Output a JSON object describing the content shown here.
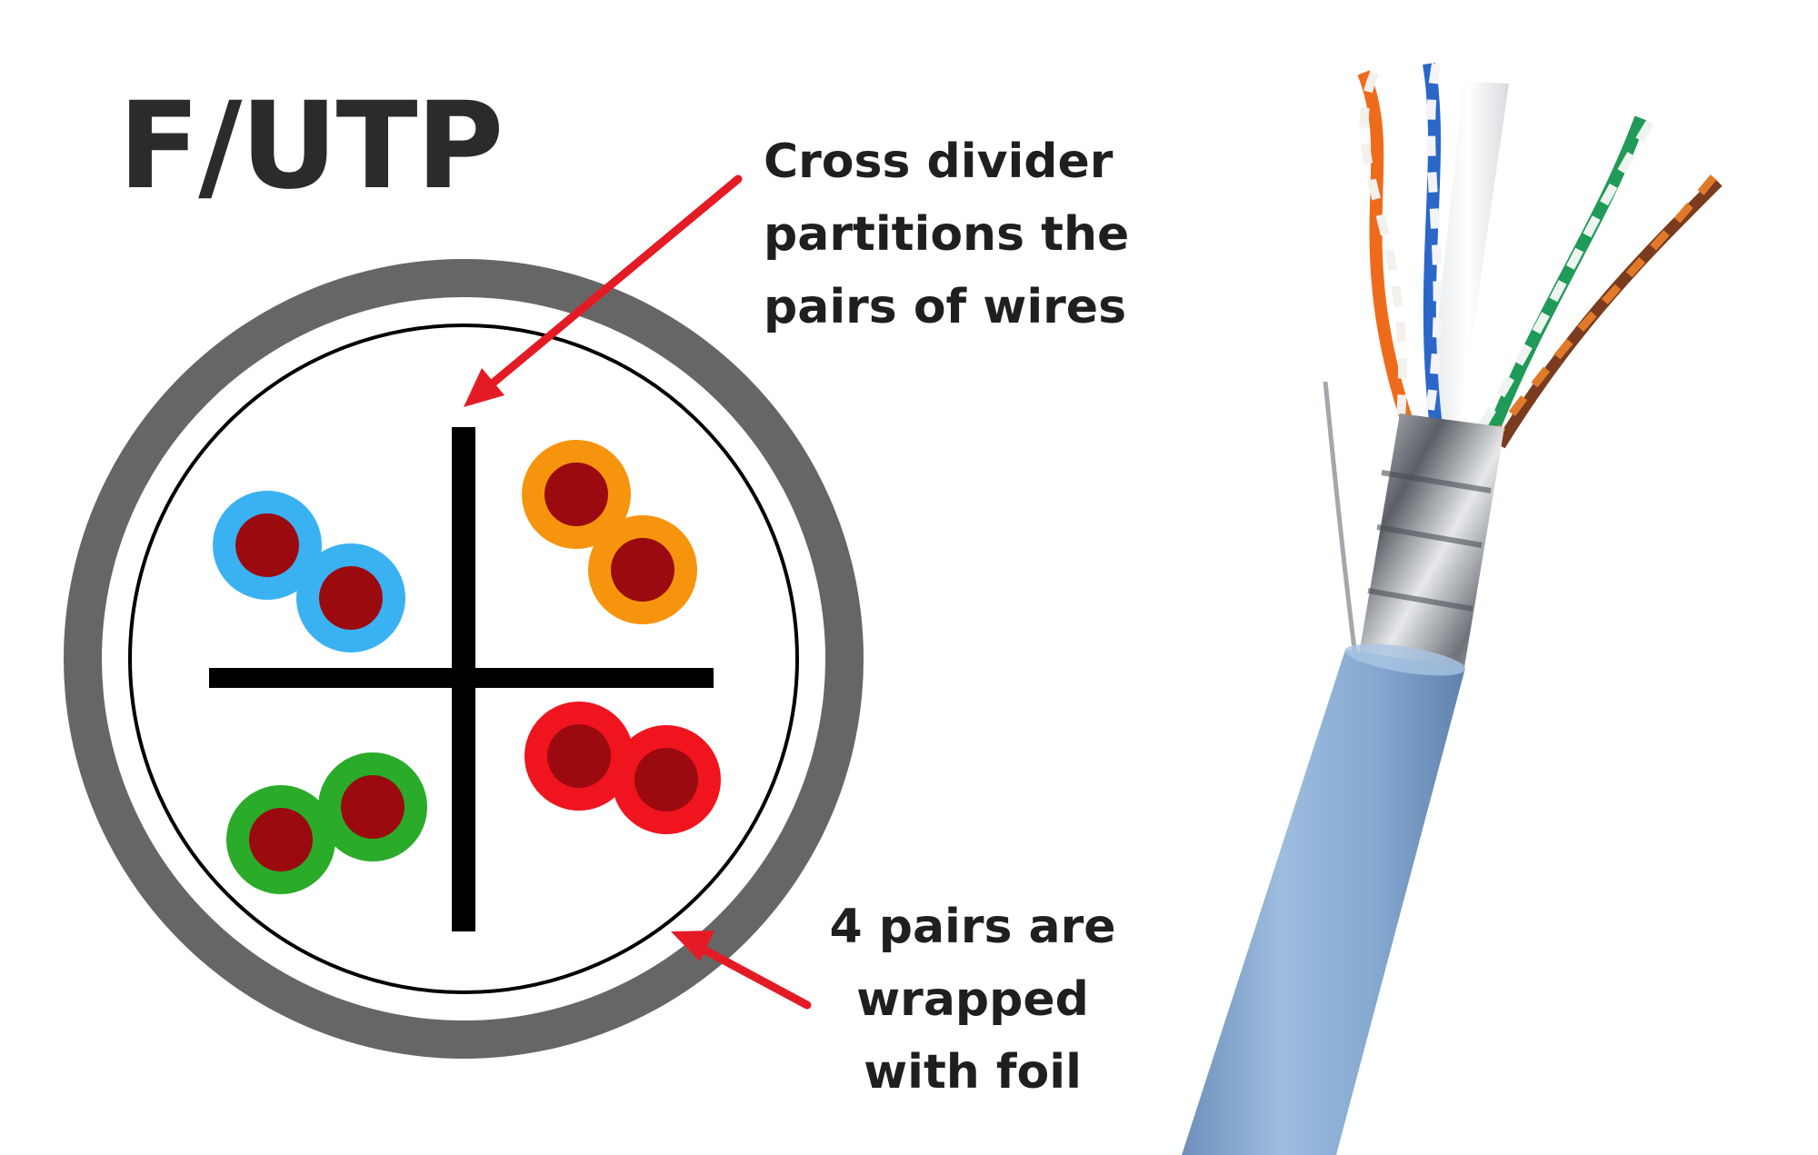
{
  "title": "F/UTP",
  "callouts": {
    "divider": [
      "Cross divider",
      "partitions the",
      "pairs of wires"
    ],
    "foil": [
      "4 pairs are",
      "wrapped",
      "with foil"
    ]
  },
  "colors": {
    "jacket": "#666666",
    "divider": "#000000",
    "arrow": "#e41b24",
    "copper": "#9b0a0f",
    "pair_blue": "#3ab2f2",
    "pair_orange": "#f7940d",
    "pair_red": "#f0141e",
    "pair_green": "#2aab2a",
    "cable_jacket": "#86a8cf",
    "foil": "#8f9498"
  },
  "pairs": [
    "blue",
    "orange",
    "green",
    "red"
  ]
}
